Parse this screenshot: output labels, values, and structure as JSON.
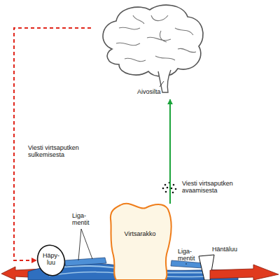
{
  "diagram": {
    "nodes": [
      {
        "text": [
          "Aivosilta"
        ]
      },
      {
        "text": [
          "Häpy- luu"
        ]
      },
      {
        "text": [
          "Virtsarakko"
        ]
      }
    ],
    "edges": [
      {
        "from": 0,
        "to": 1,
        "arrow": "to",
        "label": "Viesti virtsaputken sulkemisesta"
      },
      {
        "from": 2,
        "to": 0,
        "arrow": "to",
        "label": "Viesti virtsaputken avaamisesta"
      }
    ],
    "labels": [
      "Liga- mentit",
      "Liga- mentit",
      "Häntäluu"
    ]
  }
}
